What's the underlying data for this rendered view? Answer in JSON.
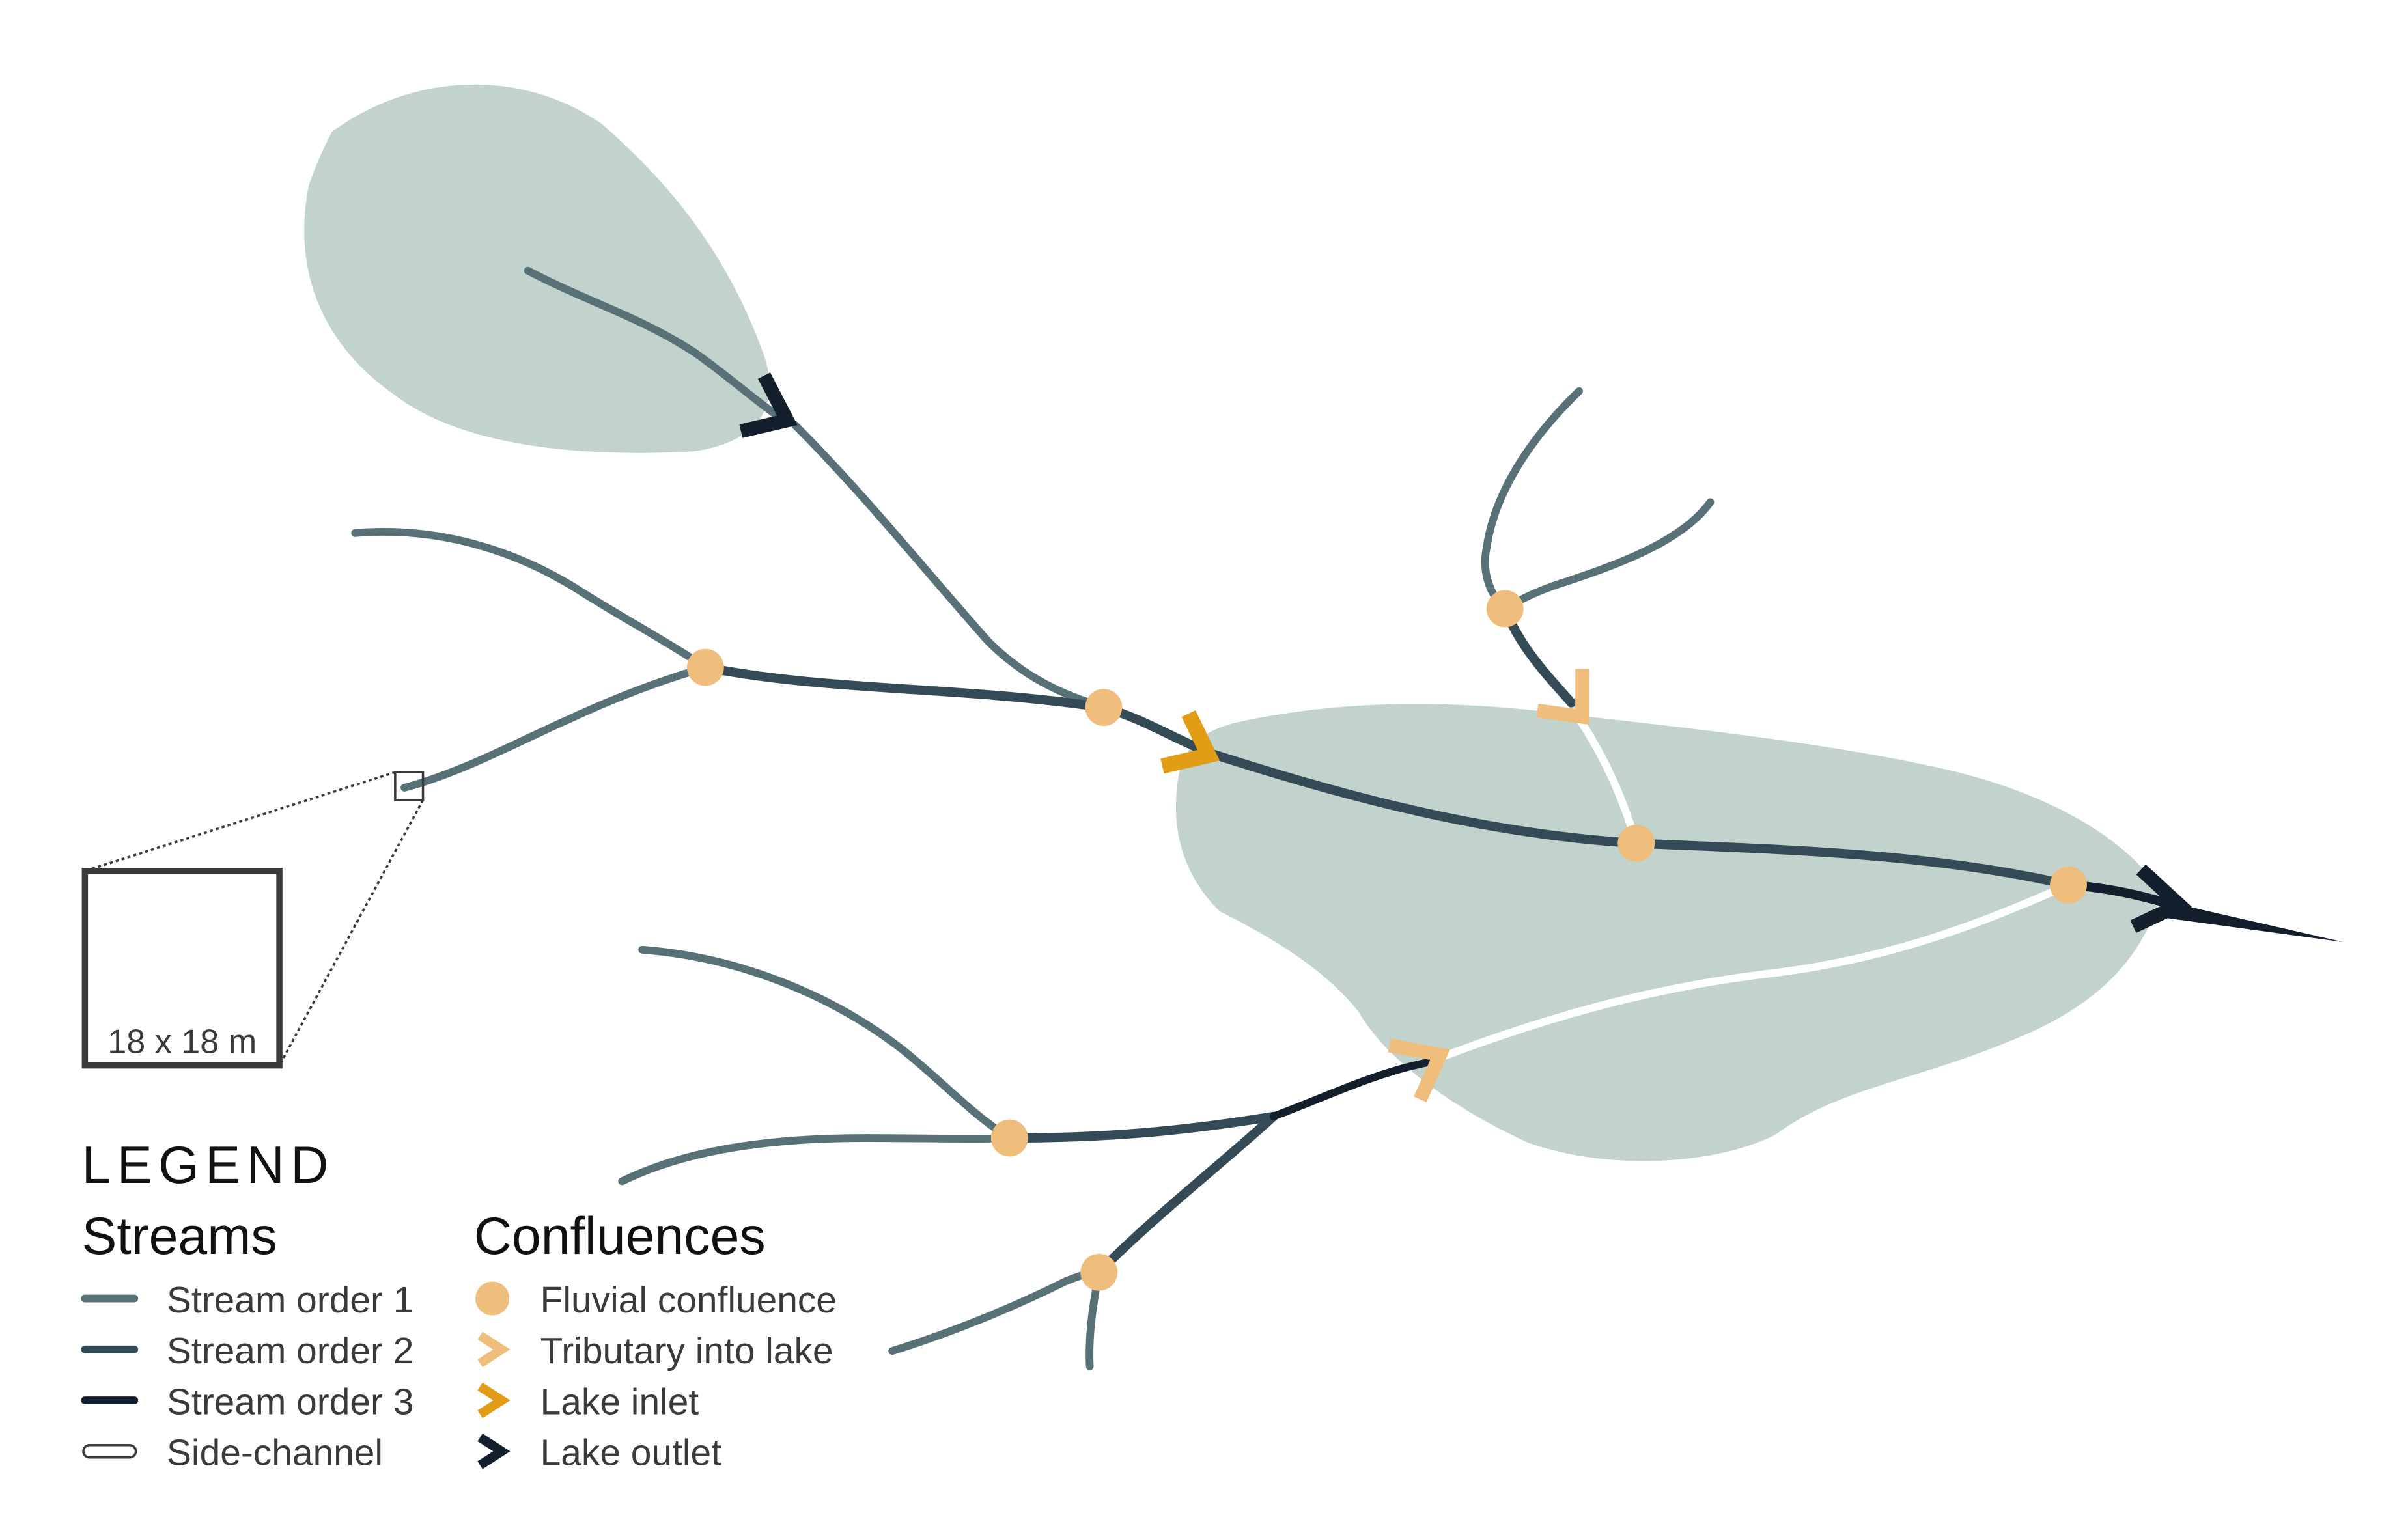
{
  "colors": {
    "lake_fill": "#c2d2cd",
    "stream_order_1": "#587179",
    "stream_order_2": "#344a57",
    "stream_order_3": "#141f2e",
    "side_channel": "#ffffff",
    "fluvial_confluence": "#f0be7c",
    "tributary_into_lake": "#f0be7c",
    "lake_inlet": "#e29c16",
    "lake_outlet": "#141f2e"
  },
  "inset": {
    "label": "18 x 18 m"
  },
  "legend": {
    "title": "LEGEND",
    "streams": {
      "heading": "Streams",
      "items": [
        {
          "label": "Stream order 1",
          "symbol": "line-order-1"
        },
        {
          "label": "Stream order 2",
          "symbol": "line-order-2"
        },
        {
          "label": "Stream order 3",
          "symbol": "line-order-3"
        },
        {
          "label": "Side-channel",
          "symbol": "line-side-channel"
        }
      ]
    },
    "confluences": {
      "heading": "Confluences",
      "items": [
        {
          "label": "Fluvial confluence",
          "symbol": "dot-icon"
        },
        {
          "label": "Tributary into lake",
          "symbol": "chevron-icon"
        },
        {
          "label": "Lake inlet",
          "symbol": "chevron-icon"
        },
        {
          "label": "Lake outlet",
          "symbol": "chevron-icon"
        }
      ]
    }
  }
}
